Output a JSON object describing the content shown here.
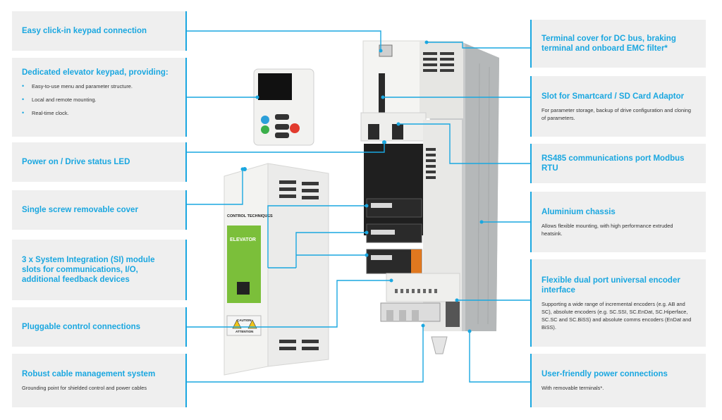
{
  "left": {
    "keypad_connection": "Easy click-in keypad connection",
    "elevator_keypad": {
      "title": "Dedicated elevator keypad, providing:",
      "items": [
        "Easy-to-use menu and parameter structure.",
        "Local and remote mounting.",
        "Real-time clock."
      ]
    },
    "status_led": "Power on / Drive status LED",
    "removable_cover": "Single screw removable cover",
    "si_slots": "3 x System Integration (SI) module slots for communications, I/O, additional feedback devices",
    "control_connections": "Pluggable control connections",
    "cable_management": {
      "title": "Robust cable management system",
      "desc": "Grounding point for shielded control and power cables"
    }
  },
  "right": {
    "terminal_cover": "Terminal cover for DC bus, braking terminal and onboard EMC filter*",
    "smartcard": {
      "title": "Slot for Smartcard / SD Card Adaptor",
      "desc": "For parameter storage, backup of drive configuration and cloning of parameters."
    },
    "rs485": "RS485 communications port Modbus RTU",
    "chassis": {
      "title": "Aluminium chassis",
      "desc": "Allows flexible mounting, with high performance extruded heatsink."
    },
    "encoder": {
      "title": "Flexible dual port universal encoder interface",
      "desc": "Supporting a wide range of incremental encoders (e.g. AB and SC), absolute encoders (e.g. SC.SSI, SC.EnDat, SC.Hiperface, SC.SC and SC.BiSS) and absolute comms encoders (EnDat and BiSS)."
    },
    "power_connections": {
      "title": "User-friendly power connections",
      "desc": "With removable terminals*."
    }
  },
  "product": {
    "brand": "CONTROL TECHNIQUES",
    "label": "ELEVATOR",
    "caution": "CAUTION",
    "attention": "ATTENTION"
  },
  "colors": {
    "accent": "#1aa7e0",
    "panel": "#efefef",
    "label_green": "#7bbf3a"
  }
}
